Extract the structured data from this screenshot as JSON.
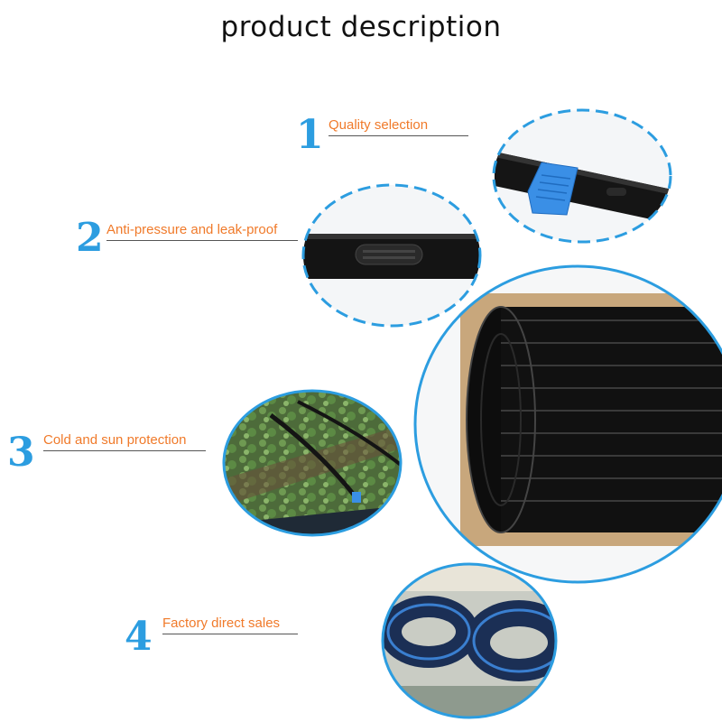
{
  "page": {
    "title": "product description"
  },
  "colors": {
    "blue": "#2c9de0",
    "orange": "#f07a2a",
    "tube": "#151515",
    "emitter": "#3a8fe6"
  },
  "features": [
    {
      "number": "1",
      "label": "Quality selection"
    },
    {
      "number": "2",
      "label": "Anti-pressure and leak-proof"
    },
    {
      "number": "3",
      "label": "Cold and sun protection"
    },
    {
      "number": "4",
      "label": "Factory direct sales"
    }
  ]
}
